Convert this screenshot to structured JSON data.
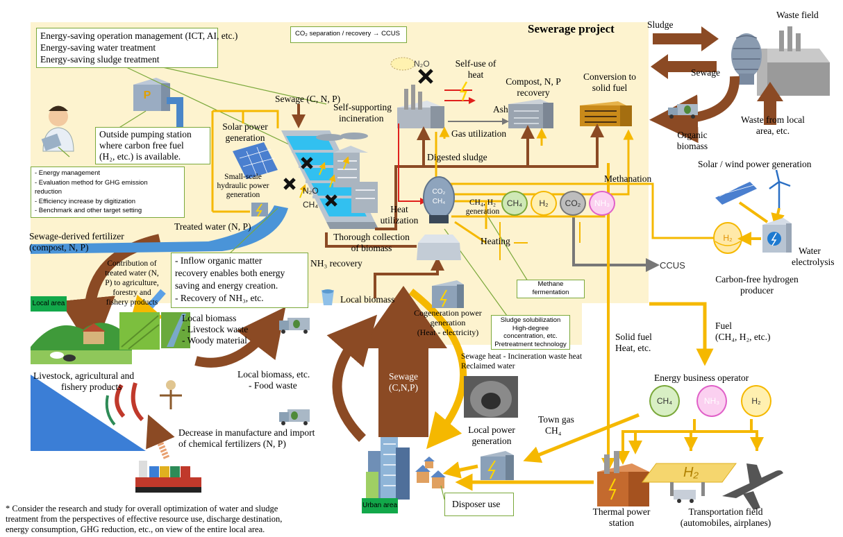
{
  "title": "Sewerage project",
  "colors": {
    "area_bg": "#fdf3cf",
    "brown": "#8b4a24",
    "yellow": "#f5b800",
    "gray": "#777777",
    "green_border": "#7aa83a",
    "red": "#e0201c"
  },
  "boxes": {
    "mgmt": [
      "Energy-saving operation management (ICT, AI, etc.)",
      "Energy-saving water treatment",
      "Energy-saving sludge treatment"
    ],
    "co2": "CO₂ separation / recovery → CCUS",
    "pump": [
      "Outside pumping station",
      "where carbon free fuel",
      "(H₂, etc.) is available."
    ],
    "energy_mgmt": [
      "- Energy management",
      "- Evaluation method for GHG emission",
      "reduction",
      "- Efficiency increase by digitization",
      "- Benchmark and other target setting"
    ],
    "inflow": [
      "- Inflow organic matter",
      "recovery enables both energy",
      "saving and energy creation.",
      "- Recovery of NH₃, etc."
    ],
    "methane": [
      "Methane",
      "fermentation"
    ],
    "sludge_sol": [
      "Sludge solubilization",
      "High-degree",
      "concentration, etc.",
      "Pretreatment technology"
    ],
    "disposer": "Disposer use"
  },
  "labels": {
    "sludge": "Sludge",
    "sewage_r": "Sewage",
    "waste_field": "Waste field",
    "organic_biomass": [
      "Organic",
      "biomass"
    ],
    "waste_local": [
      "Waste from local",
      "area, etc."
    ],
    "solar_wind": "Solar / wind power generation",
    "methanation": "Methanation",
    "water_electrolysis": [
      "Water",
      "electrolysis"
    ],
    "ccus": "CCUS",
    "hydrogen_producer": [
      "Carbon-free hydrogen",
      "producer"
    ],
    "fuel": [
      "Fuel",
      "(CH₄, H₂, etc.)"
    ],
    "solid_fuel_heat": [
      "Solid fuel",
      "Heat, etc."
    ],
    "energy_operator": "Energy business operator",
    "thermal_power": [
      "Thermal power",
      "station"
    ],
    "transport": [
      "Transportation field",
      "(automobiles, airplanes)"
    ],
    "town_gas": [
      "Town gas",
      "CH₄"
    ],
    "local_power": [
      "Local power",
      "generation"
    ],
    "sewage_heat": [
      "Sewage heat - Incineration waste heat",
      "Reclaimed water"
    ],
    "urban_area": "Urban area",
    "sewage_cnp": "Sewage (C, N, P)",
    "sewage_arrow": [
      "Sewage",
      "(C,N,P)"
    ],
    "n2o_top": "N₂O",
    "self_use_heat": [
      "Self-use of",
      "heat"
    ],
    "self_incineration": [
      "Self-supporting",
      "incineration"
    ],
    "compost_recovery": [
      "Compost, N, P",
      "recovery"
    ],
    "conversion_solid": [
      "Conversion to",
      "solid fuel"
    ],
    "ash": "Ash",
    "gas_utilization": "Gas utilization",
    "digested_sludge": "Digested sludge",
    "solar_power": [
      "Solar power",
      "generation"
    ],
    "small_hydro": [
      "Small-scale",
      "hydraulic power",
      "generation"
    ],
    "ch4_h2_gen": [
      "CH₄, H₂",
      "generation"
    ],
    "heat_util": [
      "Heat",
      "utilization"
    ],
    "heating": "Heating",
    "thorough": [
      "Thorough collection",
      "of biomass"
    ],
    "nh3_recovery": "NH₃ recovery",
    "treated_water": "Treated water (N, P)",
    "local_biomass": "Local biomass",
    "cogeneration": [
      "Cogeneration power",
      "generation",
      "(Heat - electricity)"
    ],
    "sewage_fertilizer": [
      "Sewage-derived fertilizer",
      "(compost, N, P)"
    ],
    "contribution": [
      "Contribution of",
      "treated water (N,",
      "P) to agriculture,",
      "forestry and",
      "fishery products"
    ],
    "local_area": "Local area",
    "local_biomass_list": [
      "Local biomass",
      "- Livestock waste",
      "- Woody material"
    ],
    "livestock": [
      "Livestock, agricultural and",
      "fishery products"
    ],
    "local_biomass_food": [
      "Local biomass, etc.",
      "- Food waste"
    ],
    "decrease": [
      "Decrease in manufacture and import",
      "of chemical fertilizers (N, P)"
    ],
    "n2o_mid": "N₂O",
    "ch4_mid": "CH₄",
    "footnote": [
      "* Consider the research and study for overall optimization of water and sludge",
      "treatment from the perspectives of effective resource use, discharge destination,",
      "energy consumption, GHG reduction, etc., on view of the entire local area."
    ]
  },
  "gas_tanks": {
    "process": [
      "CH₄",
      "H₂",
      "CO₂",
      "NH₃"
    ],
    "operator": [
      "CH₄",
      "NH₃",
      "H₂"
    ],
    "digester": [
      "CO₂",
      "CH₄"
    ],
    "producer": "H₂",
    "truck_h2": "H₂",
    "pump_letter": "P"
  }
}
